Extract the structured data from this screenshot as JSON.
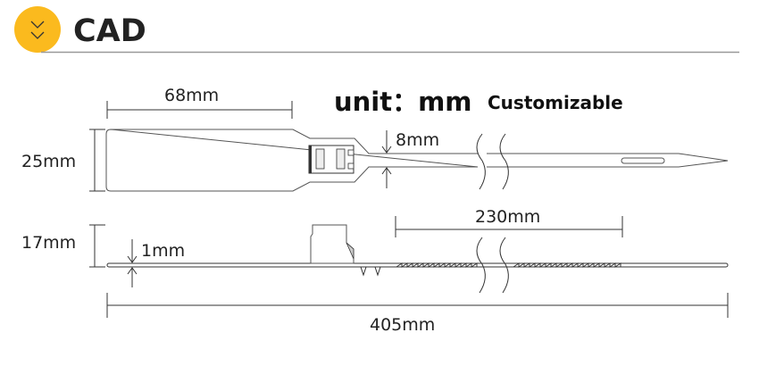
{
  "header": {
    "title": "CAD",
    "icon": "double-chevron-down-icon",
    "accent_color": "#FBBA1E"
  },
  "unit_label": "unit：mm",
  "customizable_label": "Customizable",
  "dimensions": {
    "head_length": "68mm",
    "head_width": "25mm",
    "strap_width": "8mm",
    "height": "17mm",
    "thickness": "1mm",
    "strap_length": "230mm",
    "total_length": "405mm"
  }
}
